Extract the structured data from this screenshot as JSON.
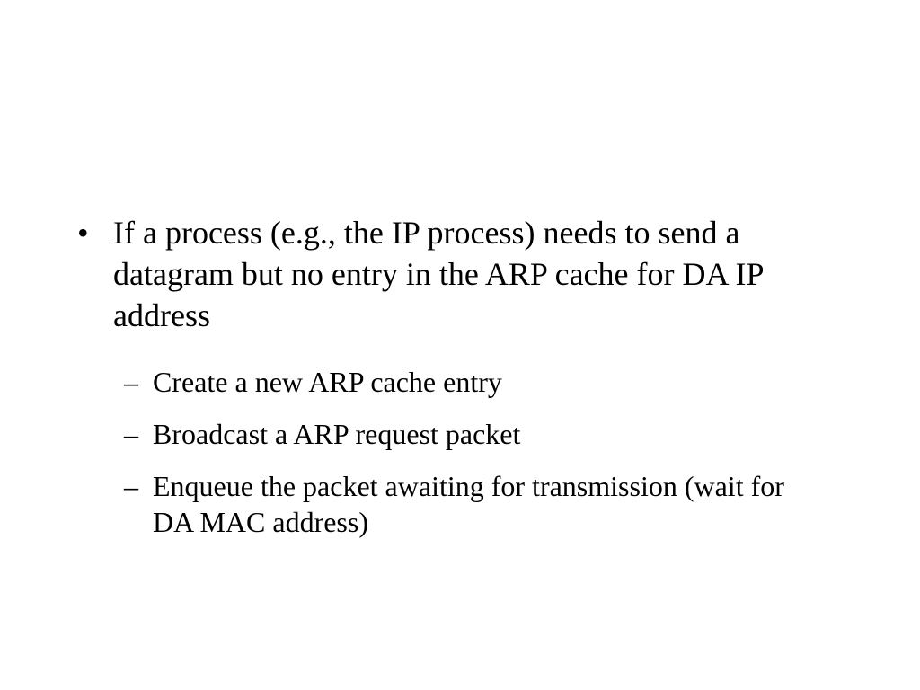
{
  "slide": {
    "main_bullet": {
      "marker": "•",
      "text": "If a process (e.g., the IP process) needs to send a datagram but no entry in the ARP cache for DA IP address"
    },
    "sub_bullets": [
      {
        "marker": "–",
        "text": "Create a new ARP cache entry"
      },
      {
        "marker": "–",
        "text": "Broadcast a ARP request packet"
      },
      {
        "marker": "–",
        "text": "Enqueue the packet awaiting for transmission (wait for DA MAC address)"
      }
    ]
  }
}
